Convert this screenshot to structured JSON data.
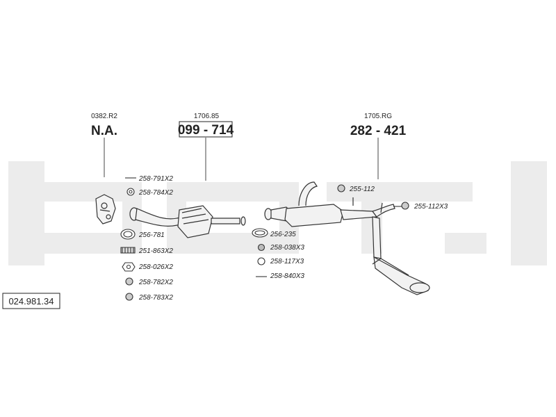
{
  "watermark": "bosal",
  "reference_number": "024.981.34",
  "assemblies": [
    {
      "small": "0382.R2",
      "big": "N.A."
    },
    {
      "small": "1706.85",
      "big": "099 - 714"
    },
    {
      "small": "1705.RG",
      "big": "282 - 421"
    }
  ],
  "parts_left": [
    "258-791X2",
    "258-784X2",
    "256-781",
    "251-863X2",
    "258-026X2",
    "258-782X2",
    "258-783X2"
  ],
  "parts_middle": [
    "256-235",
    "258-038X3",
    "258-117X3",
    "258-840X3"
  ],
  "parts_right": [
    "255-112",
    "255-112X3"
  ]
}
